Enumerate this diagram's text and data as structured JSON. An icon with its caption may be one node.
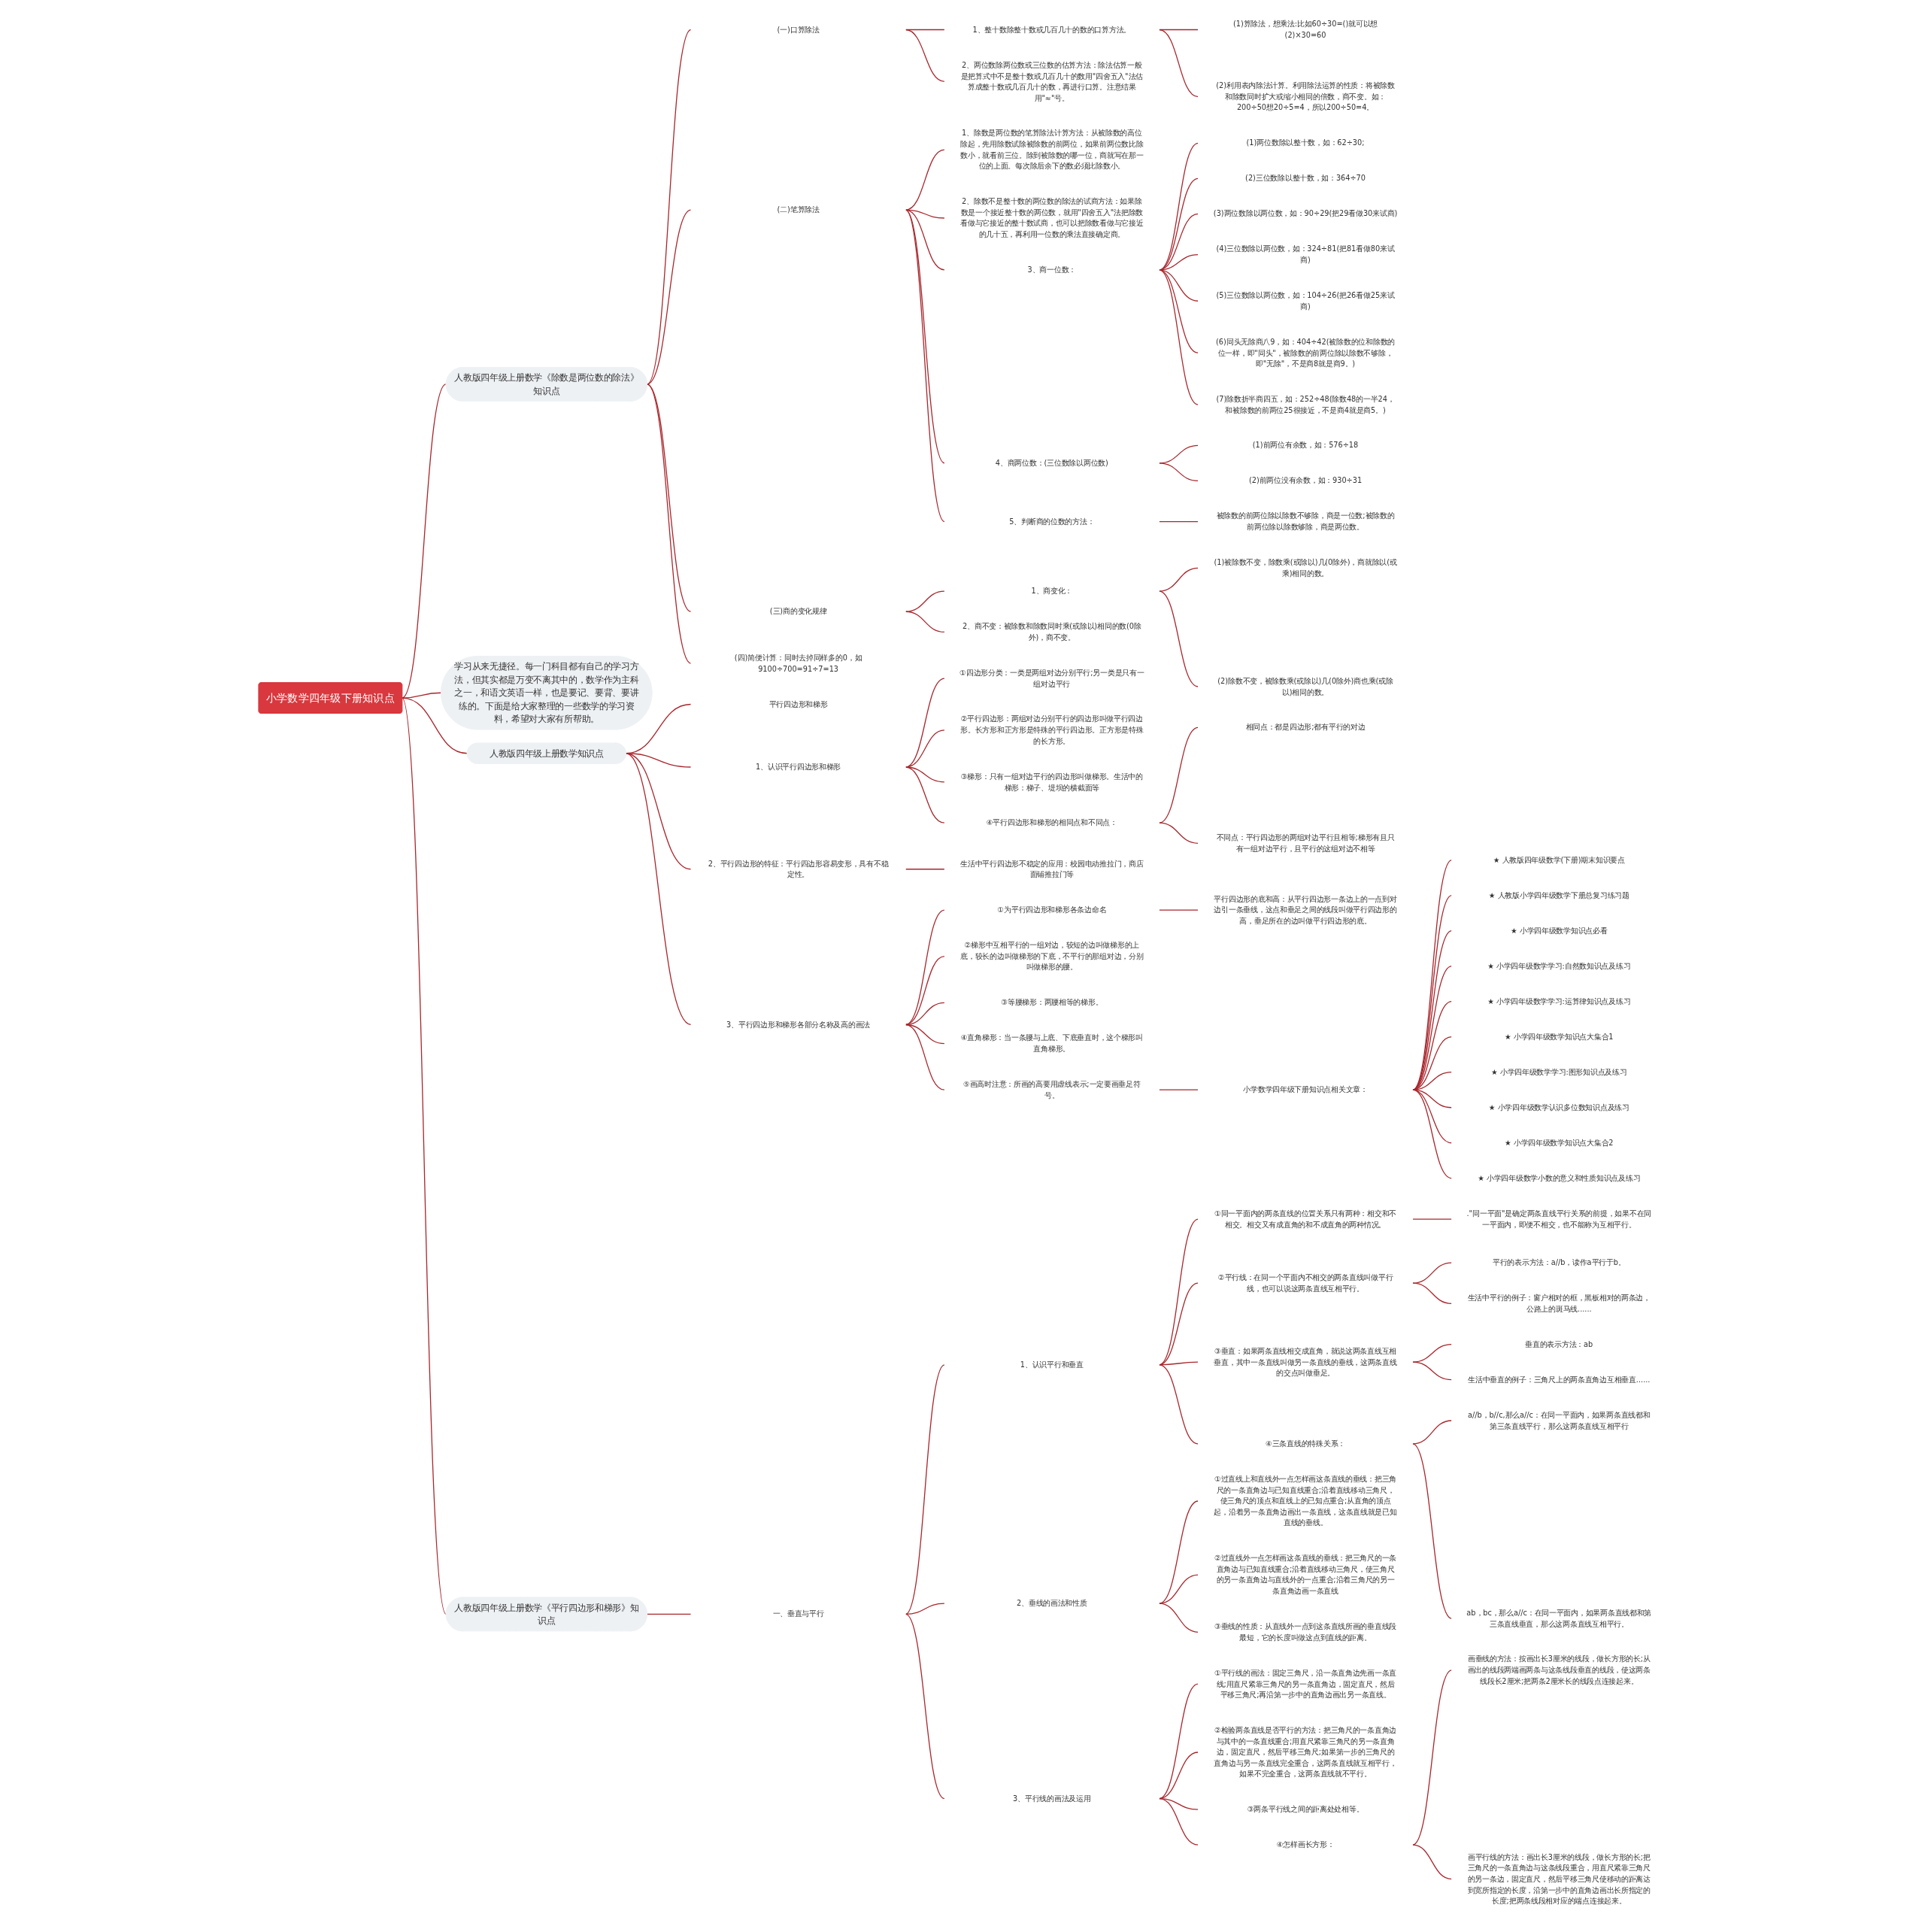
{
  "diagram": {
    "nodes": [
      {
        "text": [
          "小学数学四年级下册知识点"
        ]
      },
      {
        "text": [
          "人教版四年级上册数学《除数是两位数的除法》知识点"
        ]
      },
      {
        "text": [
          "(一)口算除法"
        ]
      },
      {
        "text": [
          "1、整十数除整十数或几百几十的数的口算方法。"
        ]
      },
      {
        "text": [
          "(1)算除法，想乘法:比如60÷30=()就可以想(2)×30=60"
        ]
      },
      {
        "text": [
          "(2)利用表内除法计算。利用除法运算的性质：将被除数和除数同时扩大或缩小相同的倍数，商不变。如：200÷50想20÷5=4，所以200÷50=4。"
        ]
      },
      {
        "text": [
          "2、两位数除两位数或三位数的估算方法：除法估算一般是把算式中不是整十数或几百几十的数用\"四舍五入\"法估算成整十数或几百几十的数，再进行口算。注意结果用\"≈\"号。"
        ]
      },
      {
        "text": [
          "(二)笔算除法"
        ]
      },
      {
        "text": [
          "1、除数是两位数的笔算除法计算方法：从被除数的高位除起，先用除数试除被除数的前两位，如果前两位数比除数小，就看前三位。除到被除数的哪一位，商就写在那一位的上面。每次除后余下的数必须比除数小。"
        ]
      },
      {
        "text": [
          "2、除数不是整十数的两位数的除法的试商方法：如果除数是一个接近整十数的两位数，就用\"四舍五入\"法把除数看做与它接近的整十数试商，也可以把除数看做与它接近的几十五，再利用一位数的乘法直接确定商。"
        ]
      },
      {
        "text": [
          "3、商一位数："
        ]
      },
      {
        "text": [
          "(1)两位数除以整十数，如：62÷30;"
        ]
      },
      {
        "text": [
          "(2)三位数除以整十数，如：364÷70"
        ]
      },
      {
        "text": [
          "(3)两位数除以两位数，如：90÷29(把29看做30来试商)"
        ]
      },
      {
        "text": [
          "(4)三位数除以两位数，如：324÷81(把81看做80来试商)"
        ]
      },
      {
        "text": [
          "(5)三位数除以两位数，如：104÷26(把26看做25来试商)"
        ]
      },
      {
        "text": [
          "(6)同头无除商八9，如：404÷42(被除数的位和除数的位一样，即\"同头\"，被除数的前两位除以除数不够除，即\"无除\"，不是商8就是商9。)"
        ]
      },
      {
        "text": [
          "(7)除数折半商四五，如：252÷48(除数48的一半24，和被除数的前两位25很接近，不是商4就是商5。)"
        ]
      },
      {
        "text": [
          "4、商两位数：(三位数除以两位数)"
        ]
      },
      {
        "text": [
          "(1)前两位有余数，如：576÷18"
        ]
      },
      {
        "text": [
          "(2)前两位没有余数，如：930÷31"
        ]
      },
      {
        "text": [
          "5、判断商的位数的方法："
        ]
      },
      {
        "text": [
          "被除数的前两位除以除数不够除，商是一位数;被除数的前两位除以除数够除，商是两位数。"
        ]
      },
      {
        "text": [
          "(三)商的变化规律"
        ]
      },
      {
        "text": [
          "1、商变化："
        ]
      },
      {
        "text": [
          "(1)被除数不变，除数乘(或除以)几(0除外)，商就除以(或乘)相同的数。"
        ]
      },
      {
        "text": [
          "(2)除数不变，被除数乘(或除以)几(0除外)商也乘(或除以)相同的数。"
        ]
      },
      {
        "text": [
          "2、商不变：被除数和除数同时乘(或除以)相同的数(0除外)，商不变。"
        ]
      },
      {
        "text": [
          "(四)简便计算：同时去掉同样多的0，如9100÷700=91÷7=13"
        ]
      },
      {
        "text": [
          "学习从来无捷径。每一门科目都有自己的学习方法，但其实都是万变不离其中的，数学作为主科之一，和语文英语一样，也是要记、要背、要讲练的。下面是给大家整理的一些数学的学习资料，希望对大家有所帮助。"
        ]
      },
      {
        "text": [
          "人教版四年级上册数学知识点"
        ]
      },
      {
        "text": [
          "平行四边形和梯形"
        ]
      },
      {
        "text": [
          "1、认识平行四边形和梯形"
        ]
      },
      {
        "text": [
          "①四边形分类：一类是两组对边分别平行;另一类是只有一组对边平行"
        ]
      },
      {
        "text": [
          "②平行四边形：两组对边分别平行的四边形叫做平行四边形。长方形和正方形是特殊的平行四边形。正方形是特殊的长方形。"
        ]
      },
      {
        "text": [
          "③梯形：只有一组对边平行的四边形叫做梯形。生活中的梯形：梯子、堤坝的横截面等"
        ]
      },
      {
        "text": [
          "④平行四边形和梯形的相同点和不同点："
        ]
      },
      {
        "text": [
          "相同点：都是四边形;都有平行的对边"
        ]
      },
      {
        "text": [
          "不同点：平行四边形的两组对边平行且相等;梯形有且只有一组对边平行，且平行的这组对边不相等"
        ]
      },
      {
        "text": [
          "2、平行四边形的特征：平行四边形容易变形，具有不稳定性。"
        ]
      },
      {
        "text": [
          "生活中平行四边形不稳定的应用：校园电动推拉门，商店面铺推拉门等"
        ]
      },
      {
        "text": [
          "3、平行四边形和梯形各部分名称及高的画法"
        ]
      },
      {
        "text": [
          "①为平行四边形和梯形各条边命名"
        ]
      },
      {
        "text": [
          "平行四边形的底和高：从平行四边形一条边上的一点到对边引一条垂线，这点和垂足之间的线段叫做平行四边形的高，垂足所在的边叫做平行四边形的底。"
        ]
      },
      {
        "text": [
          "②梯形中互相平行的一组对边，较短的边叫做梯形的上底，较长的边叫做梯形的下底，不平行的那组对边，分别叫做梯形的腰。"
        ]
      },
      {
        "text": [
          "③等腰梯形：两腰相等的梯形。"
        ]
      },
      {
        "text": [
          "④直角梯形：当一条腰与上底、下底垂直时，这个梯形叫直角梯形。"
        ]
      },
      {
        "text": [
          "⑤画高时注意：所画的高要用虚线表示;一定要画垂足符号。"
        ]
      },
      {
        "text": [
          "小学数学四年级下册知识点相关文章："
        ]
      },
      {
        "text": [
          "★ 人教版四年级数学(下册)期末知识要点"
        ]
      },
      {
        "text": [
          "★ 人教版小学四年级数学下册总复习练习题"
        ]
      },
      {
        "text": [
          "★ 小学四年级数学知识点必看"
        ]
      },
      {
        "text": [
          "★ 小学四年级数学学习:自然数知识点及练习"
        ]
      },
      {
        "text": [
          "★ 小学四年级数学学习:运算律知识点及练习"
        ]
      },
      {
        "text": [
          "★ 小学四年级数学知识点大集合1"
        ]
      },
      {
        "text": [
          "★ 小学四年级数学学习:图形知识点及练习"
        ]
      },
      {
        "text": [
          "★ 小学四年级数学认识多位数知识点及练习"
        ]
      },
      {
        "text": [
          "★ 小学四年级数学知识点大集合2"
        ]
      },
      {
        "text": [
          "★ 小学四年级数学小数的意义和性质知识点及练习"
        ]
      },
      {
        "text": [
          "人教版四年级上册数学《平行四边形和梯形》知识点"
        ]
      },
      {
        "text": [
          "一、垂直与平行"
        ]
      },
      {
        "text": [
          "1、认识平行和垂直"
        ]
      },
      {
        "text": [
          "①同一平面内的两条直线的位置关系只有两种：相交和不相交。相交又有成直角的和不成直角的两种情况。"
        ]
      },
      {
        "text": [
          ".\"同一平面\"是确定两条直线平行关系的前提，如果不在同一平面内，即便不相交，也不能称为互相平行。"
        ]
      },
      {
        "text": [
          "②平行线：在同一个平面内不相交的两条直线叫做平行线，也可以说这两条直线互相平行。"
        ]
      },
      {
        "text": [
          "平行的表示方法：a//b，读作a平行于b。"
        ]
      },
      {
        "text": [
          "生活中平行的例子：窗户相对的框，黑板相对的两条边，公路上的斑马线......"
        ]
      },
      {
        "text": [
          "③垂直：如果两条直线相交成直角，就说这两条直线互相垂直，其中一条直线叫做另一条直线的垂线，这两条直线的交点叫做垂足。"
        ]
      },
      {
        "text": [
          "垂直的表示方法：ab"
        ]
      },
      {
        "text": [
          "生活中垂直的例子：三角尺上的两条直角边互相垂直......"
        ]
      },
      {
        "text": [
          "④三条直线的特殊关系："
        ]
      },
      {
        "text": [
          "a//b，b//c,那么a//c：在同一平面内，如果两条直线都和第三条直线平行，那么这两条直线互相平行"
        ]
      },
      {
        "text": [
          "ab，bc，那么a//c：在同一平面内，如果两条直线都和第三条直线垂直，那么这两条直线互相平行。"
        ]
      },
      {
        "text": [
          "2、垂线的画法和性质"
        ]
      },
      {
        "text": [
          "①过直线上和直线外一点怎样画这条直线的垂线：把三角尺的一条直角边与已知直线重合;沿着直线移动三角尺，使三角尺的顶点和直线上的已知点重合;从直角的顶点起，沿着另一条直角边画出一条直线，这条直线就是已知直线的垂线。"
        ]
      },
      {
        "text": [
          "②过直线外一点怎样画这条直线的垂线：把三角尺的一条直角边与已知直线重合;沿着直线移动三角尺，使三角尺的另一条直角边与直线外的一点重合;沿着三角尺的另一条直角边画一条直线"
        ]
      },
      {
        "text": [
          "③垂线的性质：从直线外一点到这条直线所画的垂直线段最短，它的长度叫做这点到直线的距离。"
        ]
      },
      {
        "text": [
          "3、平行线的画法及运用"
        ]
      },
      {
        "text": [
          "①平行线的画法：固定三角尺，沿一条直角边先画一条直线;用直尺紧靠三角尺的另一条直角边，固定直尺，然后平移三角尺;再沿第一步中的直角边画出另一条直线。"
        ]
      },
      {
        "text": [
          "②检验两条直线是否平行的方法：把三角尺的一条直角边与其中的一条直线重合;用直尺紧靠三角尺的另一条直角边，固定直尺，然后平移三角尺;如果第一步的三角尺的直角边与另一条直线完全重合，这两条直线就互相平行，如果不完全重合，这两条直线就不平行。"
        ]
      },
      {
        "text": [
          "③两条平行线之间的距离处处相等。"
        ]
      },
      {
        "text": [
          "④怎样画长方形："
        ]
      },
      {
        "text": [
          "画垂线的方法：按画出长3厘米的线段，做长方形的长;从画出的线段两端画两条与这条线段垂直的线段，使这两条线段长2厘米;把两条2厘米长的线段点连接起来。"
        ]
      },
      {
        "text": [
          "画平行线的方法：画出长3厘米的线段，做长方形的长;把三角尺的一条直角边与这条线段重合，用直尺紧靠三角尺的另一条边，固定直尺，然后平移三角尺使移动的距离达到宽所指定的长度，沿第一步中的直角边画出长所指定的长度;把两条线段相对应的端点连接起来。"
        ]
      }
    ],
    "edges": [
      {
        "from": 0,
        "to": 1,
        "arrow": "none"
      },
      {
        "from": 1,
        "to": 2,
        "arrow": "none"
      },
      {
        "from": 2,
        "to": 3,
        "arrow": "none"
      },
      {
        "from": 3,
        "to": 4,
        "arrow": "none"
      },
      {
        "from": 3,
        "to": 5,
        "arrow": "none"
      },
      {
        "from": 2,
        "to": 6,
        "arrow": "none"
      },
      {
        "from": 1,
        "to": 7,
        "arrow": "none"
      },
      {
        "from": 7,
        "to": 8,
        "arrow": "none"
      },
      {
        "from": 7,
        "to": 9,
        "arrow": "none"
      },
      {
        "from": 7,
        "to": 10,
        "arrow": "none"
      },
      {
        "from": 10,
        "to": 11,
        "arrow": "none"
      },
      {
        "from": 10,
        "to": 12,
        "arrow": "none"
      },
      {
        "from": 10,
        "to": 13,
        "arrow": "none"
      },
      {
        "from": 10,
        "to": 14,
        "arrow": "none"
      },
      {
        "from": 10,
        "to": 15,
        "arrow": "none"
      },
      {
        "from": 10,
        "to": 16,
        "arrow": "none"
      },
      {
        "from": 10,
        "to": 17,
        "arrow": "none"
      },
      {
        "from": 7,
        "to": 18,
        "arrow": "none"
      },
      {
        "from": 18,
        "to": 19,
        "arrow": "none"
      },
      {
        "from": 18,
        "to": 20,
        "arrow": "none"
      },
      {
        "from": 7,
        "to": 21,
        "arrow": "none"
      },
      {
        "from": 21,
        "to": 22,
        "arrow": "none"
      },
      {
        "from": 1,
        "to": 23,
        "arrow": "none"
      },
      {
        "from": 23,
        "to": 24,
        "arrow": "none"
      },
      {
        "from": 24,
        "to": 25,
        "arrow": "none"
      },
      {
        "from": 24,
        "to": 26,
        "arrow": "none"
      },
      {
        "from": 23,
        "to": 27,
        "arrow": "none"
      },
      {
        "from": 1,
        "to": 28,
        "arrow": "none"
      },
      {
        "from": 0,
        "to": 29,
        "arrow": "none"
      },
      {
        "from": 0,
        "to": 30,
        "arrow": "none"
      },
      {
        "from": 30,
        "to": 31,
        "arrow": "none"
      },
      {
        "from": 30,
        "to": 32,
        "arrow": "none"
      },
      {
        "from": 32,
        "to": 33,
        "arrow": "none"
      },
      {
        "from": 32,
        "to": 34,
        "arrow": "none"
      },
      {
        "from": 32,
        "to": 35,
        "arrow": "none"
      },
      {
        "from": 32,
        "to": 36,
        "arrow": "none"
      },
      {
        "from": 36,
        "to": 37,
        "arrow": "none"
      },
      {
        "from": 36,
        "to": 38,
        "arrow": "none"
      },
      {
        "from": 30,
        "to": 39,
        "arrow": "none"
      },
      {
        "from": 39,
        "to": 40,
        "arrow": "none"
      },
      {
        "from": 30,
        "to": 41,
        "arrow": "none"
      },
      {
        "from": 41,
        "to": 42,
        "arrow": "none"
      },
      {
        "from": 42,
        "to": 43,
        "arrow": "none"
      },
      {
        "from": 41,
        "to": 44,
        "arrow": "none"
      },
      {
        "from": 41,
        "to": 45,
        "arrow": "none"
      },
      {
        "from": 41,
        "to": 46,
        "arrow": "none"
      },
      {
        "from": 41,
        "to": 47,
        "arrow": "none"
      },
      {
        "from": 47,
        "to": 48,
        "arrow": "none"
      },
      {
        "from": 48,
        "to": 49,
        "arrow": "none"
      },
      {
        "from": 48,
        "to": 50,
        "arrow": "none"
      },
      {
        "from": 48,
        "to": 51,
        "arrow": "none"
      },
      {
        "from": 48,
        "to": 52,
        "arrow": "none"
      },
      {
        "from": 48,
        "to": 53,
        "arrow": "none"
      },
      {
        "from": 48,
        "to": 54,
        "arrow": "none"
      },
      {
        "from": 48,
        "to": 55,
        "arrow": "none"
      },
      {
        "from": 48,
        "to": 56,
        "arrow": "none"
      },
      {
        "from": 48,
        "to": 57,
        "arrow": "none"
      },
      {
        "from": 48,
        "to": 58,
        "arrow": "none"
      },
      {
        "from": 0,
        "to": 59,
        "arrow": "none"
      },
      {
        "from": 59,
        "to": 60,
        "arrow": "none"
      },
      {
        "from": 60,
        "to": 61,
        "arrow": "none"
      },
      {
        "from": 61,
        "to": 62,
        "arrow": "none"
      },
      {
        "from": 62,
        "to": 63,
        "arrow": "none"
      },
      {
        "from": 61,
        "to": 64,
        "arrow": "none"
      },
      {
        "from": 64,
        "to": 65,
        "arrow": "none"
      },
      {
        "from": 64,
        "to": 66,
        "arrow": "none"
      },
      {
        "from": 61,
        "to": 67,
        "arrow": "none"
      },
      {
        "from": 67,
        "to": 68,
        "arrow": "none"
      },
      {
        "from": 67,
        "to": 69,
        "arrow": "none"
      },
      {
        "from": 61,
        "to": 70,
        "arrow": "none"
      },
      {
        "from": 70,
        "to": 71,
        "arrow": "none"
      },
      {
        "from": 70,
        "to": 72,
        "arrow": "none"
      },
      {
        "from": 60,
        "to": 73,
        "arrow": "none"
      },
      {
        "from": 73,
        "to": 74,
        "arrow": "none"
      },
      {
        "from": 73,
        "to": 75,
        "arrow": "none"
      },
      {
        "from": 73,
        "to": 76,
        "arrow": "none"
      },
      {
        "from": 60,
        "to": 77,
        "arrow": "none"
      },
      {
        "from": 77,
        "to": 78,
        "arrow": "none"
      },
      {
        "from": 77,
        "to": 79,
        "arrow": "none"
      },
      {
        "from": 77,
        "to": 80,
        "arrow": "none"
      },
      {
        "from": 77,
        "to": 81,
        "arrow": "none"
      },
      {
        "from": 81,
        "to": 82,
        "arrow": "none"
      },
      {
        "from": 81,
        "to": 83,
        "arrow": "none"
      }
    ]
  }
}
